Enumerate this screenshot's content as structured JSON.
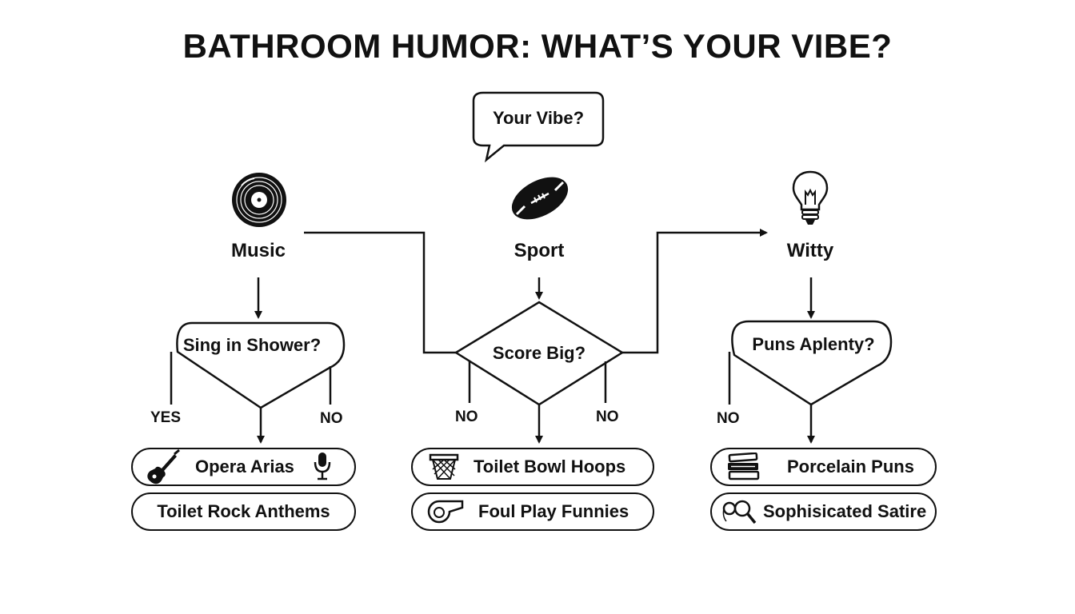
{
  "title": "BATHROOM HUMOR: WHAT’S YOUR VIBE?",
  "root": {
    "label": "Your Vibe?",
    "icon": "speech-bubble-icon"
  },
  "branches": [
    {
      "label": "Music",
      "icon": "vinyl-record-icon",
      "question": "Sing in Shower?",
      "yes_label": "YES",
      "no_label": "NO",
      "results": [
        {
          "text": "Opera Arias",
          "icons": [
            "electric-guitar-icon",
            "microphone-icon"
          ]
        },
        {
          "text": "Toilet Rock Anthems",
          "icons": []
        }
      ]
    },
    {
      "label": "Sport",
      "icon": "football-icon",
      "question": "Score Big?",
      "no_left_label": "NO",
      "no_right_label": "NO",
      "results": [
        {
          "text": "Toilet Bowl Hoops",
          "icons": [
            "basketball-hoop-icon"
          ]
        },
        {
          "text": "Foul Play Funnies",
          "icons": [
            "whistle-icon"
          ]
        }
      ]
    },
    {
      "label": "Witty",
      "icon": "lightbulb-icon",
      "question": "Puns Aplenty?",
      "no_label": "NO",
      "results": [
        {
          "text": "Porcelain Puns",
          "icons": [
            "book-stack-icon"
          ]
        },
        {
          "text": "Sophisicated Satire",
          "icons": [
            "monocle-magnifier-icon"
          ]
        }
      ]
    }
  ]
}
